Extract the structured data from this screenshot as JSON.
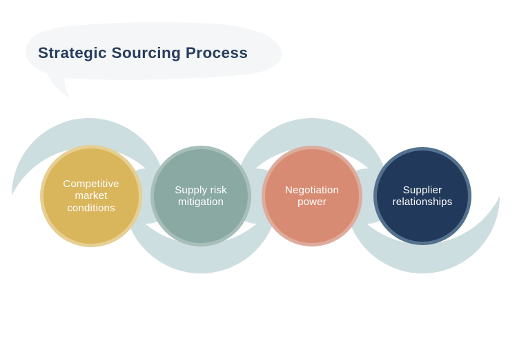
{
  "title": "Strategic Sourcing Process",
  "colors": {
    "background": "#ffffff",
    "wave_band": "#cddee0",
    "speech_bubble": "#f5f6f7",
    "title_text": "#263c5b",
    "label_text": "#ffffff"
  },
  "steps": [
    {
      "label": "Competitive market conditions",
      "lines": [
        "Competitive",
        "market",
        "conditions"
      ],
      "fill": "#d9b55c",
      "ring": "#e6cf92"
    },
    {
      "label": "Supply risk mitigation",
      "lines": [
        "Supply risk",
        "mitigation"
      ],
      "fill": "#8ba9a3",
      "ring": "#a7beb9"
    },
    {
      "label": "Negotiation power",
      "lines": [
        "Negotiation",
        "power"
      ],
      "fill": "#d78b72",
      "ring": "#ddac9e"
    },
    {
      "label": "Supplier relationships",
      "lines": [
        "Supplier",
        "relationships"
      ],
      "fill": "#21395a",
      "ring": "#54718e"
    }
  ]
}
